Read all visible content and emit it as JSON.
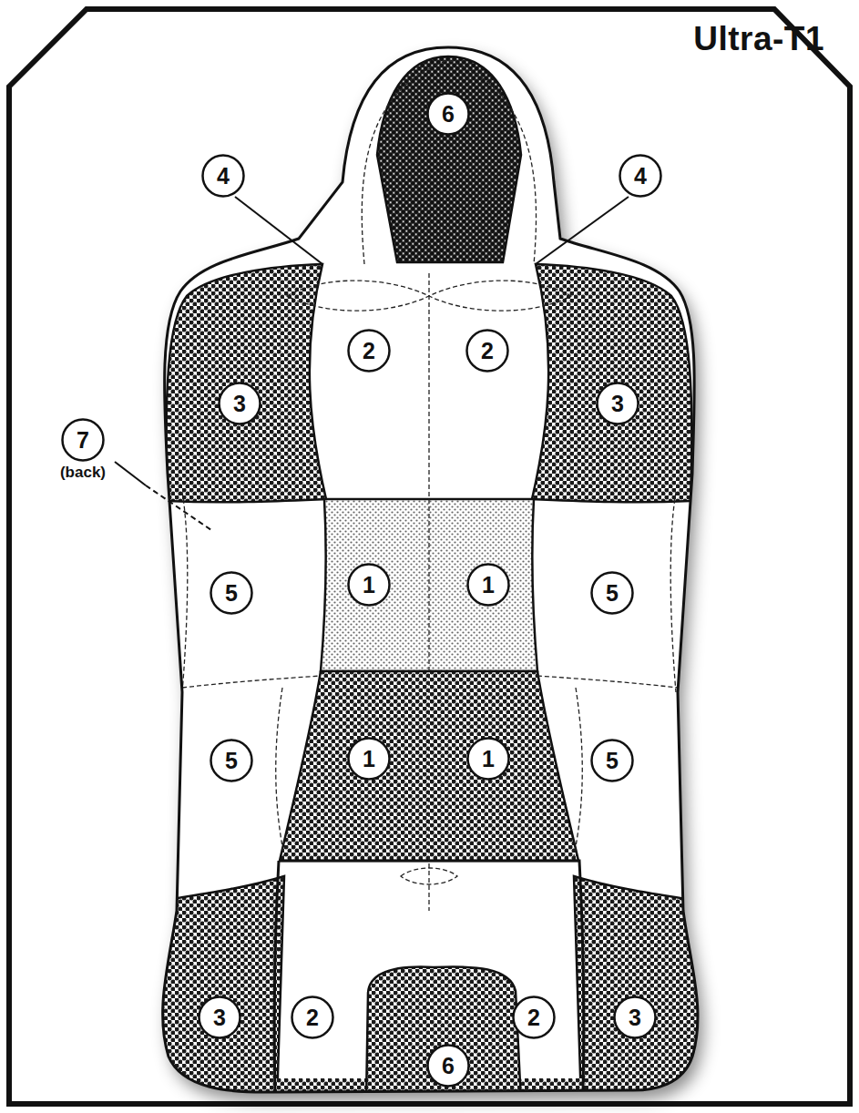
{
  "diagram": {
    "title": "Ultra-T1",
    "nodes": [
      {
        "text": [
          "6"
        ]
      },
      {
        "text": [
          "4"
        ]
      },
      {
        "text": [
          "4"
        ]
      },
      {
        "text": [
          "2"
        ]
      },
      {
        "text": [
          "2"
        ]
      },
      {
        "text": [
          "3"
        ]
      },
      {
        "text": [
          "3"
        ]
      },
      {
        "text": [
          "7",
          "(back)"
        ]
      },
      {
        "text": [
          "5"
        ]
      },
      {
        "text": [
          "1"
        ]
      },
      {
        "text": [
          "1"
        ]
      },
      {
        "text": [
          "5"
        ]
      },
      {
        "text": [
          "5"
        ]
      },
      {
        "text": [
          "1"
        ]
      },
      {
        "text": [
          "1"
        ]
      },
      {
        "text": [
          "5"
        ]
      },
      {
        "text": [
          "3"
        ]
      },
      {
        "text": [
          "2"
        ]
      },
      {
        "text": [
          "2"
        ]
      },
      {
        "text": [
          "3"
        ]
      },
      {
        "text": [
          "6"
        ]
      }
    ]
  }
}
